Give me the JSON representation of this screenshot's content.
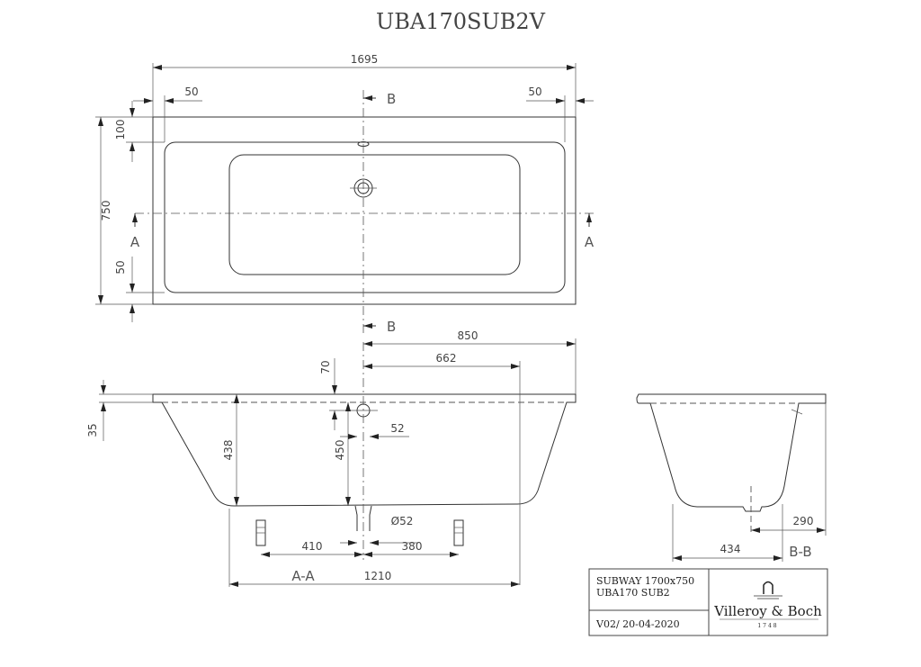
{
  "title": "UBA170SUB2V",
  "top_view": {
    "dims": {
      "length": "1695",
      "rim_left": "50",
      "rim_right": "50",
      "width": "750",
      "rim_top": "100",
      "rim_bottom": "50"
    },
    "section_labels": {
      "b_top": "B",
      "b_bottom": "B",
      "a_left": "A",
      "a_right": "A"
    }
  },
  "section_aa": {
    "label": "A-A",
    "dims": {
      "d850": "850",
      "d662": "662",
      "d70": "70",
      "d35": "35",
      "d438": "438",
      "d450": "450",
      "d52": "52",
      "dia52": "Ø52",
      "d410": "410",
      "d380": "380",
      "d1210": "1210"
    }
  },
  "section_bb": {
    "label": "B-B",
    "dims": {
      "d290": "290",
      "d434": "434"
    }
  },
  "title_block": {
    "line1": "SUBWAY 1700x750",
    "line2": "UBA170 SUB2",
    "version": "V02/ 20-04-2020",
    "brand": "Villeroy & Boch",
    "brand_year": "1748"
  }
}
